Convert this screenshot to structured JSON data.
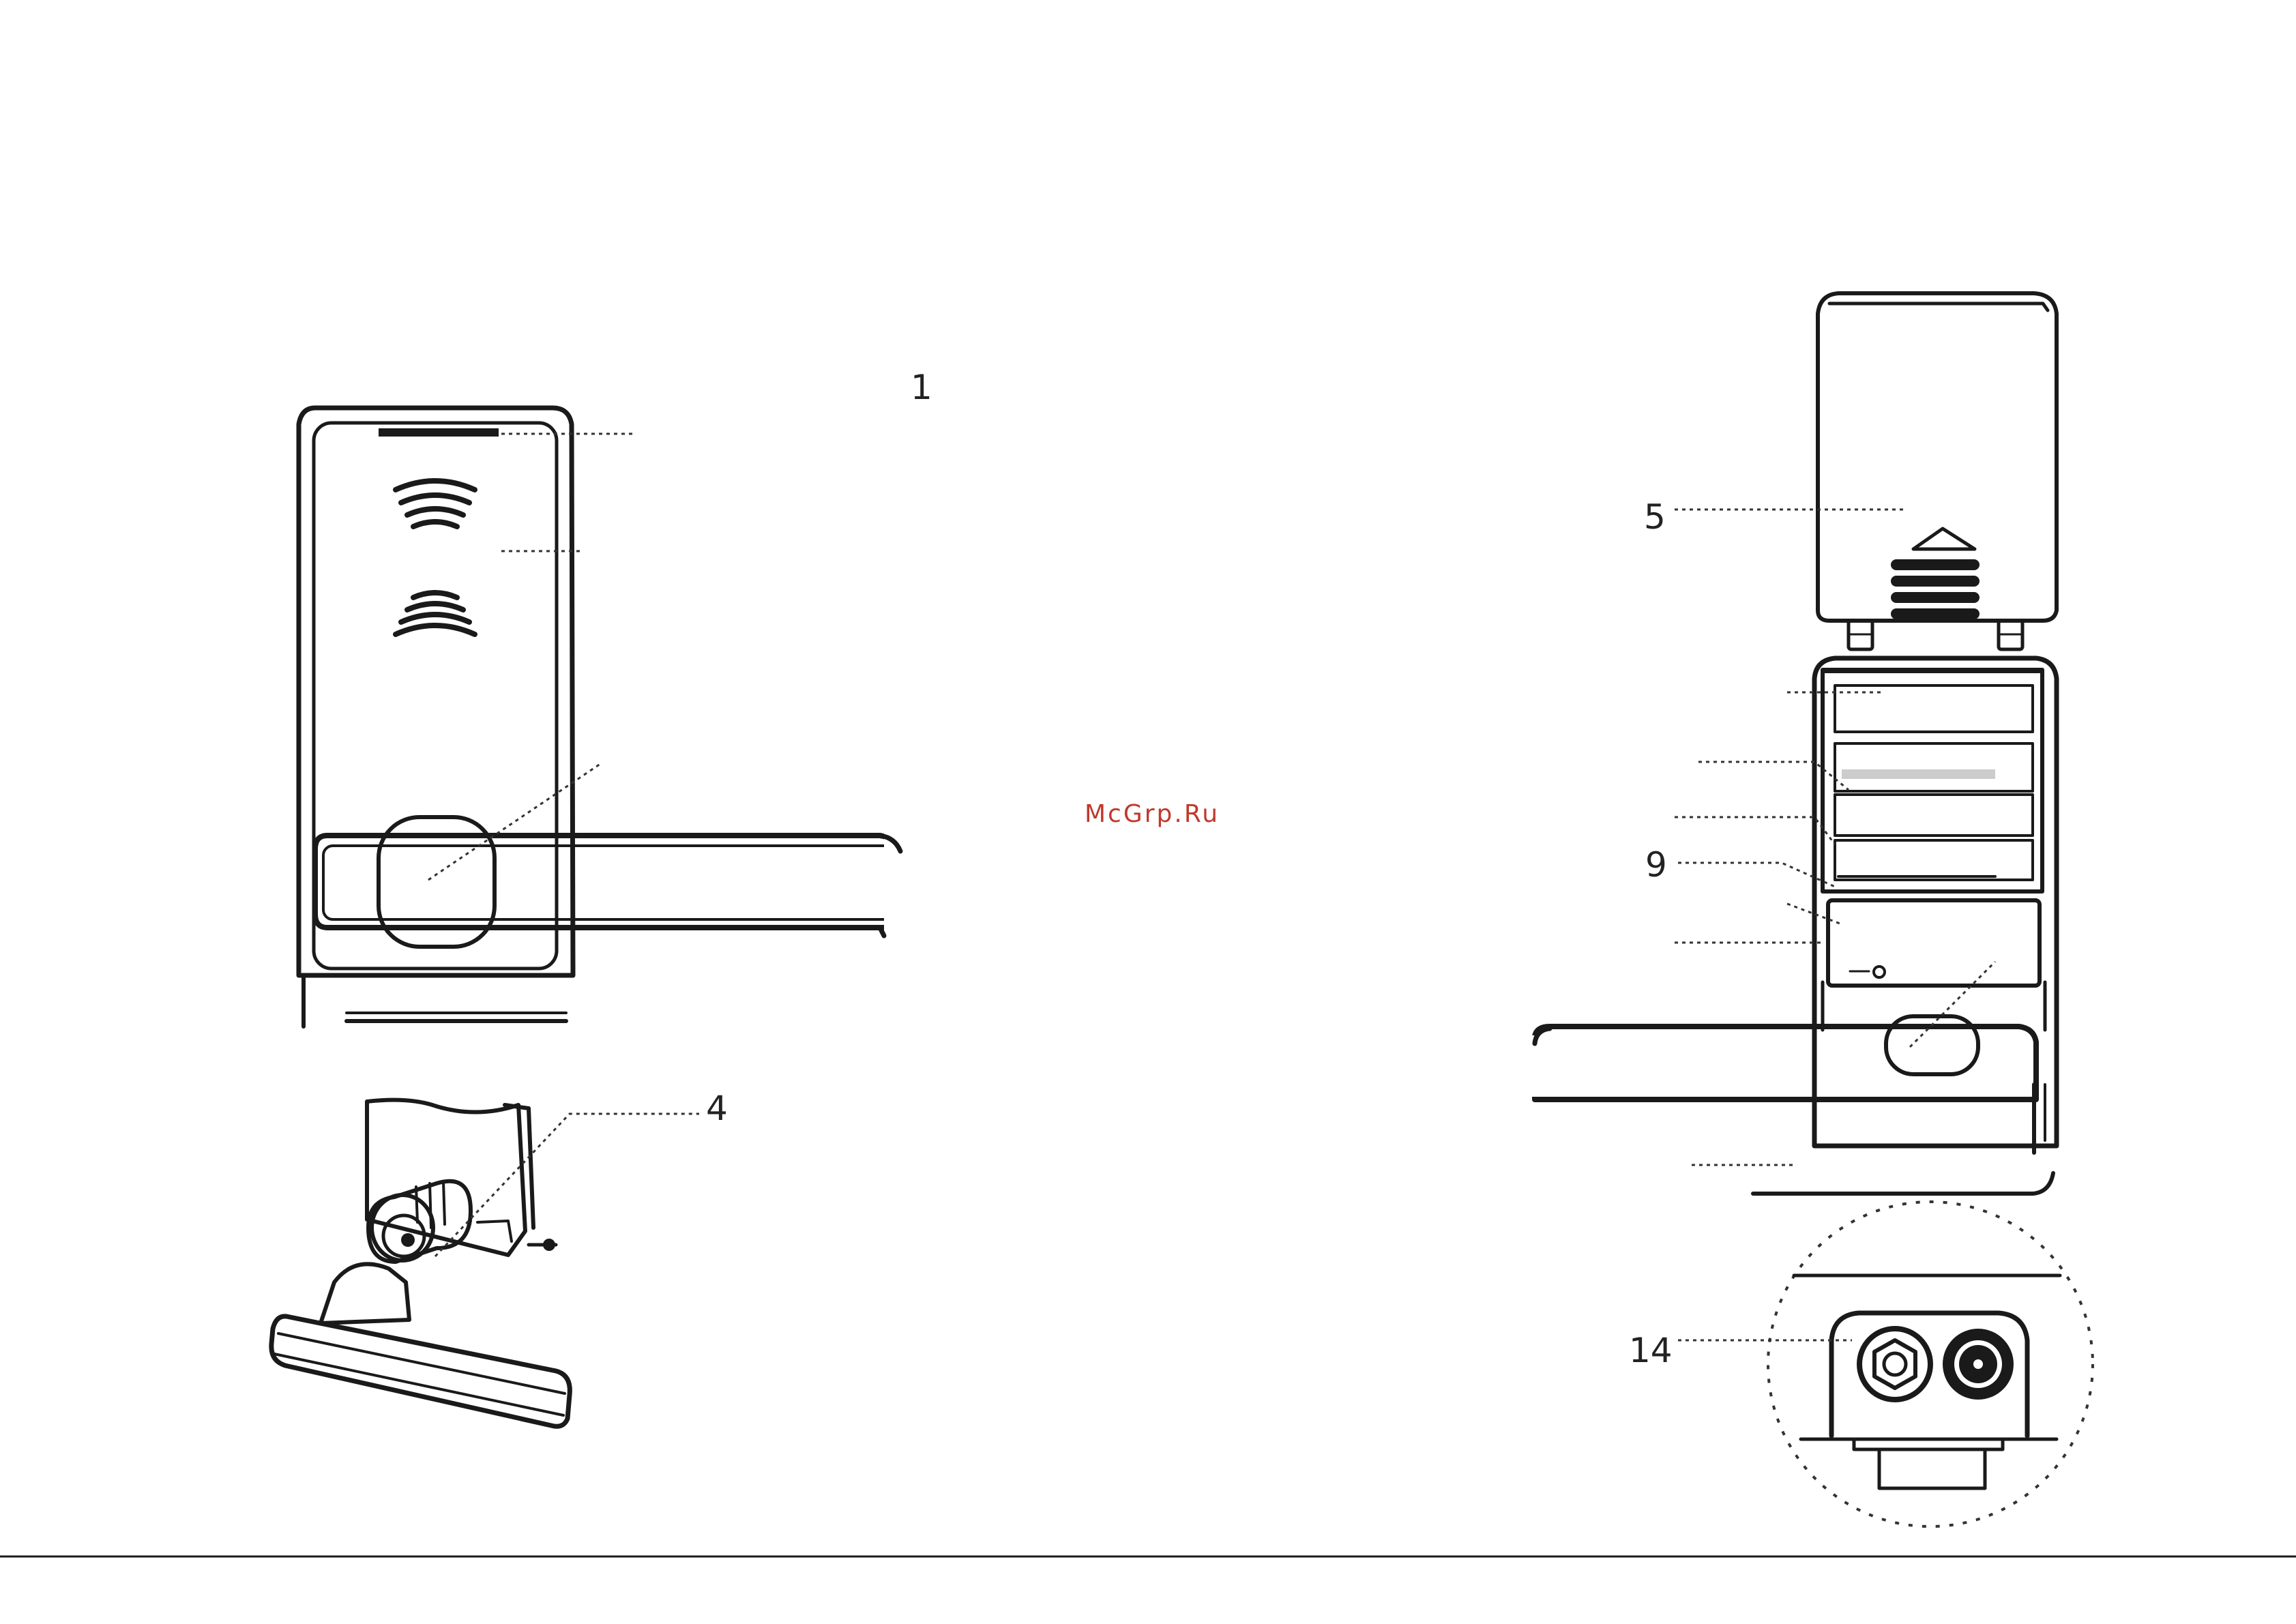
{
  "callouts": {
    "c1": "1",
    "c4": "4",
    "c5": "5",
    "c9": "9",
    "c14": "14"
  },
  "watermark": "McGrp.Ru",
  "colors": {
    "ink": "#1a1a1a",
    "leader": "#333333",
    "watermark": "#c0392b",
    "battery_highlight": "#cccccc"
  }
}
